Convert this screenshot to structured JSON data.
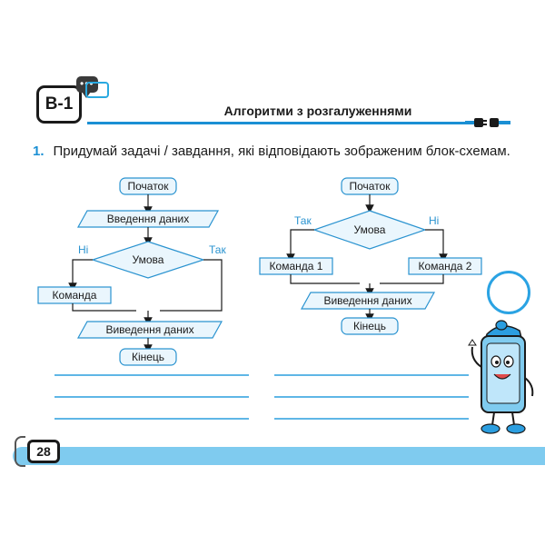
{
  "badge": {
    "label": "B-1"
  },
  "section": {
    "title": "Алгоритми з розгалуженнями"
  },
  "task": {
    "number": "1.",
    "text": "Придумай задачі / завдання, які відповідають зображеним блок-схемам."
  },
  "flow_left": {
    "start": "Початок",
    "input": "Введення даних",
    "condition": "Умова",
    "no_label": "Ні",
    "yes_label": "Так",
    "command": "Команда",
    "output": "Виведення даних",
    "end": "Кінець"
  },
  "flow_right": {
    "start": "Початок",
    "condition": "Умова",
    "yes_label": "Так",
    "no_label": "Ні",
    "command1": "Команда 1",
    "command2": "Команда 2",
    "output": "Виведення даних",
    "end": "Кінець"
  },
  "page": {
    "number": "28"
  },
  "colors": {
    "accent": "#1a8fd4",
    "line": "#5fb6e6",
    "footer": "#7fcbef"
  }
}
